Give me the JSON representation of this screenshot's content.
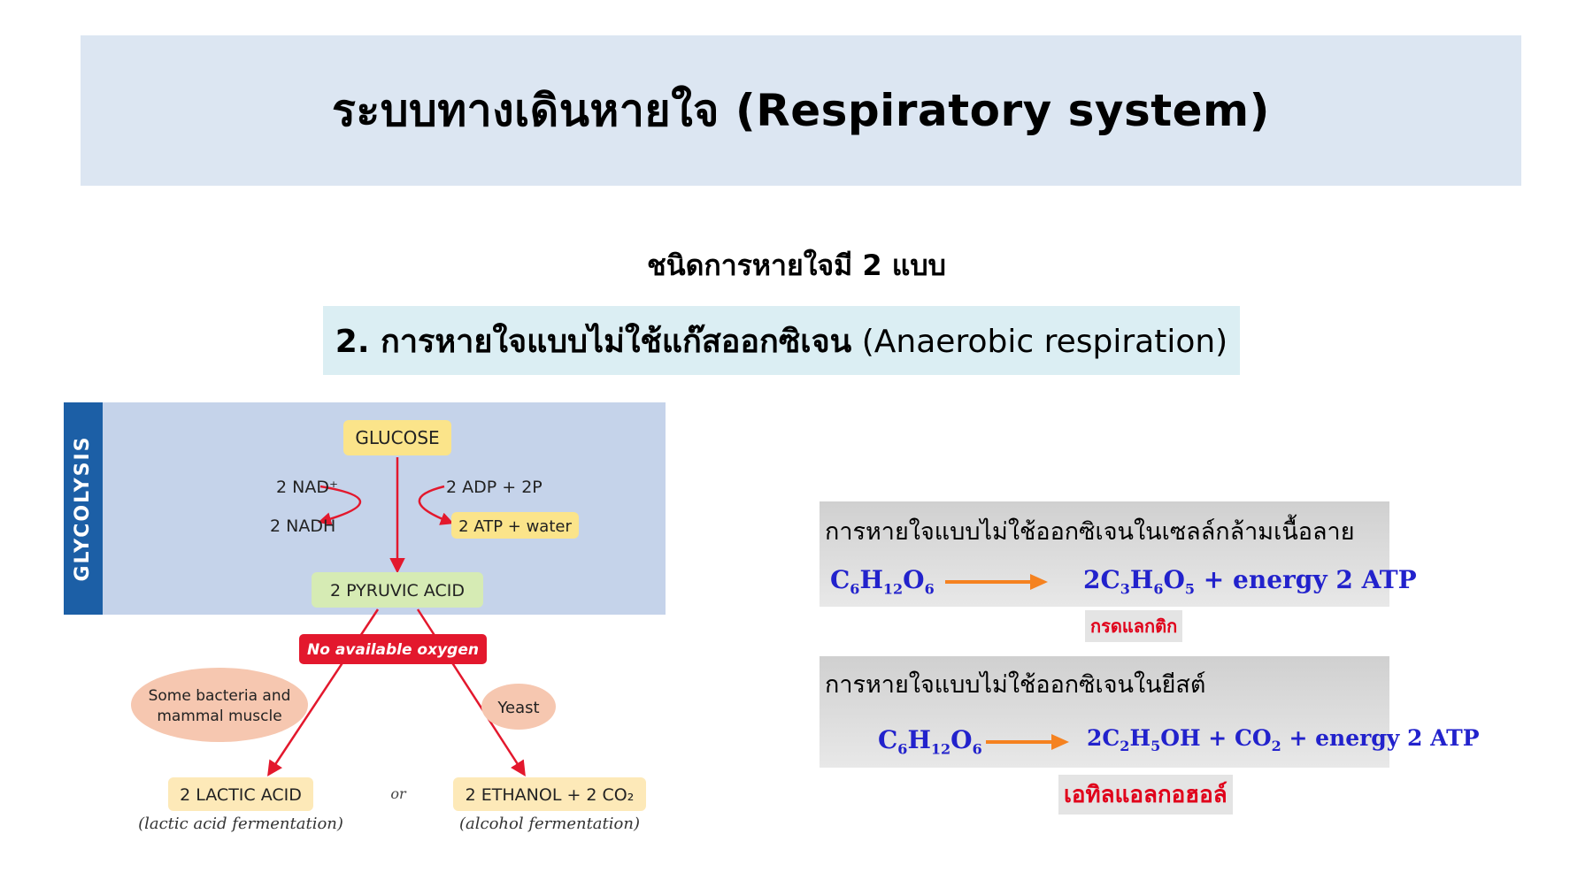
{
  "header": {
    "title": "ระบบทางเดินหายใจ (Respiratory system)"
  },
  "subtitle": "ชนิดการหายใจมี 2 แบบ",
  "section": {
    "thai": "2. การหายใจแบบไม่ใช้แก๊สออกซิเจน",
    "english": "(Anaerobic respiration)"
  },
  "diagram": {
    "side_label": "GLYCOLYSIS",
    "glucose": "GLUCOSE",
    "nad_plus": "2 NAD⁺",
    "nadh": "2 NADH",
    "adp": "2 ADP + 2P",
    "atp": "2 ATP + water",
    "pyruvic": "2 PYRUVIC ACID",
    "no_oxygen": "No available oxygen",
    "bacteria_line1": "Some bacteria and",
    "bacteria_line2": "mammal muscle",
    "yeast": "Yeast",
    "lactic": "2 LACTIC ACID",
    "lactic_sub": "(lactic acid fermentation)",
    "or": "or",
    "ethanol": "2 ETHANOL + 2 CO₂",
    "ethanol_sub": "(alcohol fermentation)",
    "colors": {
      "panel_bg": "#c5d3ea",
      "side_bar": "#1c5fa6",
      "arrow": "#e3182d",
      "glucose_fill": "#fbe48a",
      "pyruvic_fill": "#d6ebb4",
      "ellipse_fill": "#f6c7b0",
      "product_fill": "#fde9b8"
    }
  },
  "equations": {
    "muscle": {
      "heading": "การหายใจแบบไม่ใช้ออกซิเจนในเซลล์กล้ามเนื้อลาย",
      "reactant": "C6H12O6",
      "product": "2C3H6O5 + energy 2 ATP",
      "label": "กรดแลกติก"
    },
    "yeast": {
      "heading": "การหายใจแบบไม่ใช้ออกซิเจนในยีสต์",
      "reactant": "C6H12O6",
      "product": "2C2H5OH + CO2 + energy 2 ATP",
      "label": "เอทิลแอลกอฮอล์"
    },
    "colors": {
      "formula": "#2222cc",
      "arrow": "#f58220",
      "label": "#e0001a"
    }
  }
}
